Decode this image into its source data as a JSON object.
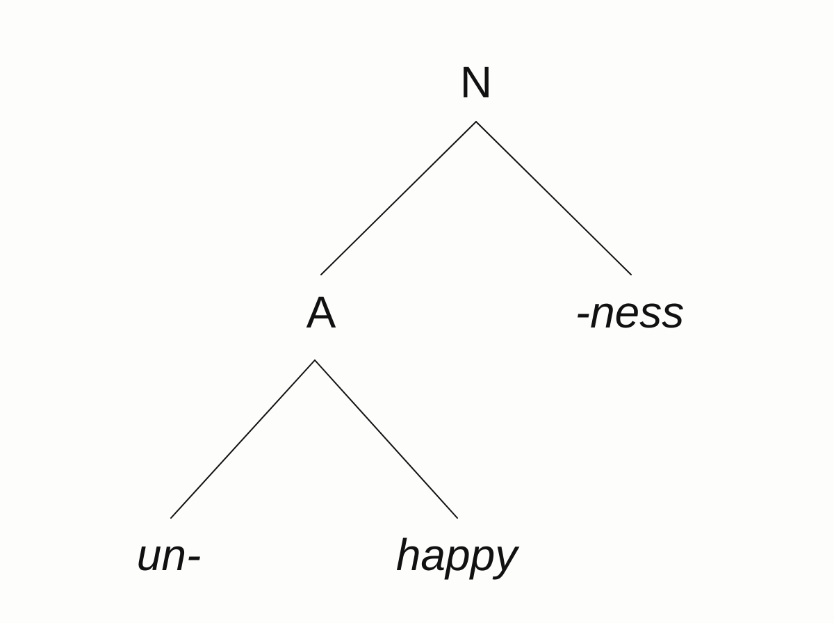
{
  "tree": {
    "root": {
      "label": "N"
    },
    "adjective": {
      "label": "A"
    },
    "suffix": {
      "label": "-ness"
    },
    "prefix": {
      "label": "un-"
    },
    "stem": {
      "label": "happy"
    }
  },
  "colors": {
    "line": "#111111",
    "text": "#111111",
    "background": "#fdfdfc"
  }
}
